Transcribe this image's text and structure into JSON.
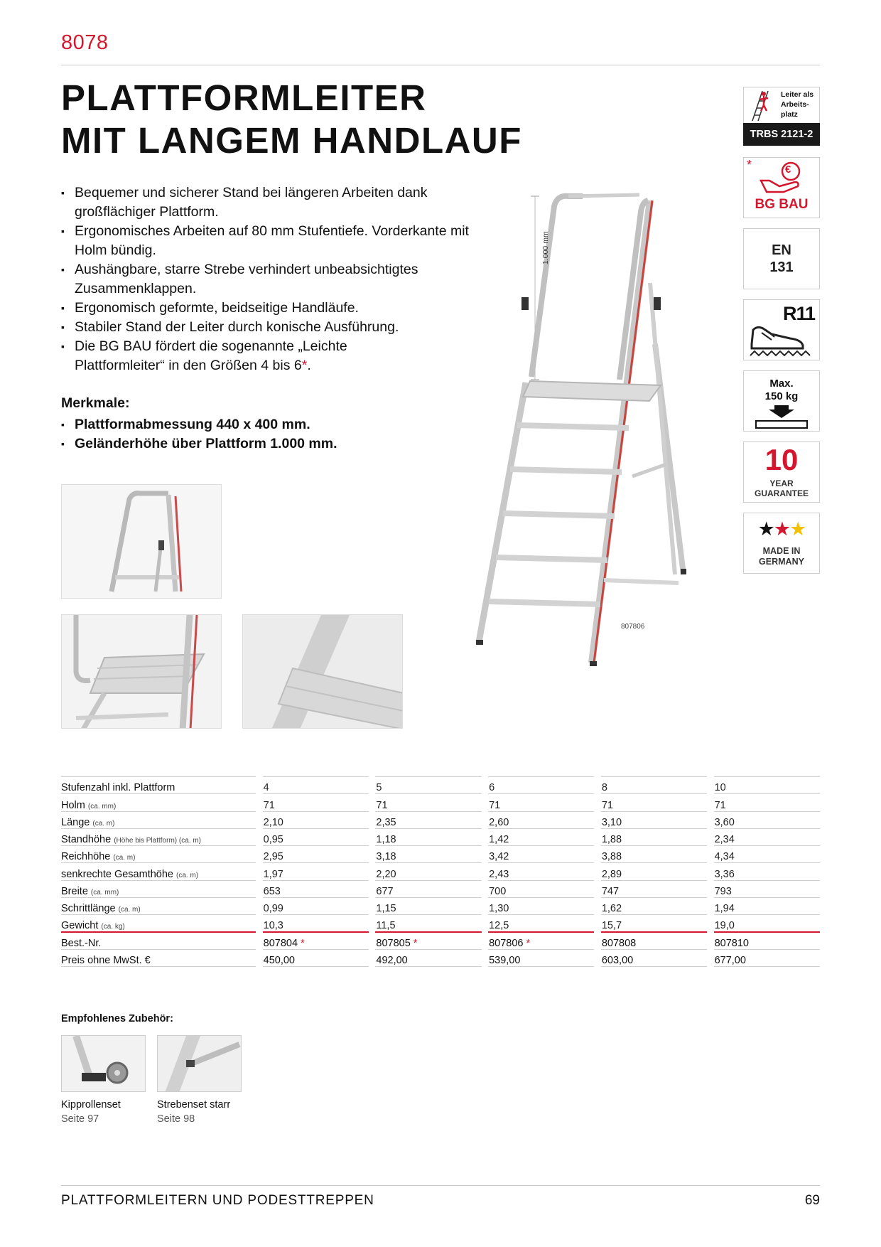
{
  "header": {
    "product_code": "8078",
    "title_line1": "PLATTFORMLEITER",
    "title_line2": "MIT LANGEM HANDLAUF"
  },
  "features": [
    "Bequemer und sicherer Stand bei längeren Arbeiten dank großflächiger Plattform.",
    "Ergonomisches Arbeiten auf 80 mm Stufentiefe. Vorderkante mit Holm bündig.",
    "Aushängbare, starre Strebe verhindert unbeabsichtigtes Zusammenklappen.",
    "Ergonomisch geformte, beidseitige Handläufe.",
    "Stabiler Stand der Leiter durch konische Ausführung."
  ],
  "feature_last": {
    "text_line1": "Die BG BAU fördert die sogenannte „Leichte",
    "text_line2": "Plattformleiter“ in den Größen 4 bis 6",
    "star": "*",
    "end": "."
  },
  "merkmale": {
    "title": "Merkmale:",
    "items": [
      "Plattformabmessung 440 x 400 mm.",
      "Geländerhöhe über Plattform 1.000 mm."
    ]
  },
  "main_image": {
    "dimension_label": "1.000 mm",
    "caption": "807806"
  },
  "badges": {
    "arbeitsplatz_line1": "Leiter als",
    "arbeitsplatz_line2": "Arbeits-",
    "arbeitsplatz_line3": "platz",
    "trbs": "TRBS 2121-2",
    "bgbau_star": "*",
    "bgbau_euro": "€",
    "bgbau": "BG BAU",
    "en_line1": "EN",
    "en_line2": "131",
    "r11": "R11",
    "max_line1": "Max.",
    "max_line2": "150 kg",
    "guarantee_num": "10",
    "guarantee_line1": "YEAR",
    "guarantee_line2": "GUARANTEE",
    "made_line1": "MADE IN",
    "made_line2": "GERMANY"
  },
  "specs": {
    "rows": [
      {
        "label": "Stufenzahl inkl. Plattform",
        "unit": "",
        "values": [
          "4",
          "5",
          "6",
          "8",
          "10"
        ]
      },
      {
        "label": "Holm",
        "unit": "(ca. mm)",
        "values": [
          "71",
          "71",
          "71",
          "71",
          "71"
        ]
      },
      {
        "label": "Länge",
        "unit": "(ca. m)",
        "values": [
          "2,10",
          "2,35",
          "2,60",
          "3,10",
          "3,60"
        ]
      },
      {
        "label": "Standhöhe",
        "unit": "(Höhe bis Plattform) (ca. m)",
        "values": [
          "0,95",
          "1,18",
          "1,42",
          "1,88",
          "2,34"
        ]
      },
      {
        "label": "Reichhöhe",
        "unit": "(ca. m)",
        "values": [
          "2,95",
          "3,18",
          "3,42",
          "3,88",
          "4,34"
        ]
      },
      {
        "label": "senkrechte Gesamthöhe",
        "unit": "(ca. m)",
        "values": [
          "1,97",
          "2,20",
          "2,43",
          "2,89",
          "3,36"
        ]
      },
      {
        "label": "Breite",
        "unit": "(ca. mm)",
        "values": [
          "653",
          "677",
          "700",
          "747",
          "793"
        ]
      },
      {
        "label": "Schrittlänge",
        "unit": "(ca. m)",
        "values": [
          "0,99",
          "1,15",
          "1,30",
          "1,62",
          "1,94"
        ]
      },
      {
        "label": "Gewicht",
        "unit": "(ca. kg)",
        "values": [
          "10,3",
          "11,5",
          "12,5",
          "15,7",
          "19,0"
        ]
      }
    ],
    "order": {
      "label": "Best.-Nr.",
      "values": [
        "807804",
        "807805",
        "807806",
        "807808",
        "807810"
      ],
      "stars": [
        "*",
        "*",
        "*",
        "",
        ""
      ]
    },
    "price": {
      "label": "Preis ohne MwSt. €",
      "values": [
        "450,00",
        "492,00",
        "539,00",
        "603,00",
        "677,00"
      ]
    }
  },
  "accessories": {
    "title": "Empfohlenes Zubehör:",
    "items": [
      {
        "name": "Kipprollenset",
        "page": "Seite 97"
      },
      {
        "name": "Strebenset starr",
        "page": "Seite 98"
      }
    ]
  },
  "footer": {
    "section": "PLATTFORMLEITERN UND PODESTTREPPEN",
    "page": "69"
  }
}
